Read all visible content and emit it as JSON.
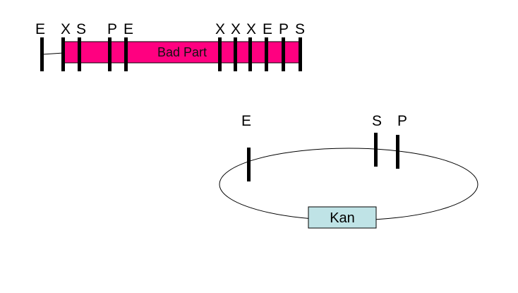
{
  "colors": {
    "bad_part_fill": "#ff0080",
    "kan_fill": "#bfe3e6",
    "line": "#000000"
  },
  "insert": {
    "part_label": "Bad Part",
    "site_labels": [
      "E",
      "X",
      "S",
      "P",
      "E",
      "X",
      "X",
      "X",
      "E",
      "P",
      "S"
    ]
  },
  "plasmid": {
    "marker_label": "Kan",
    "site_labels": [
      "E",
      "S",
      "P"
    ]
  }
}
